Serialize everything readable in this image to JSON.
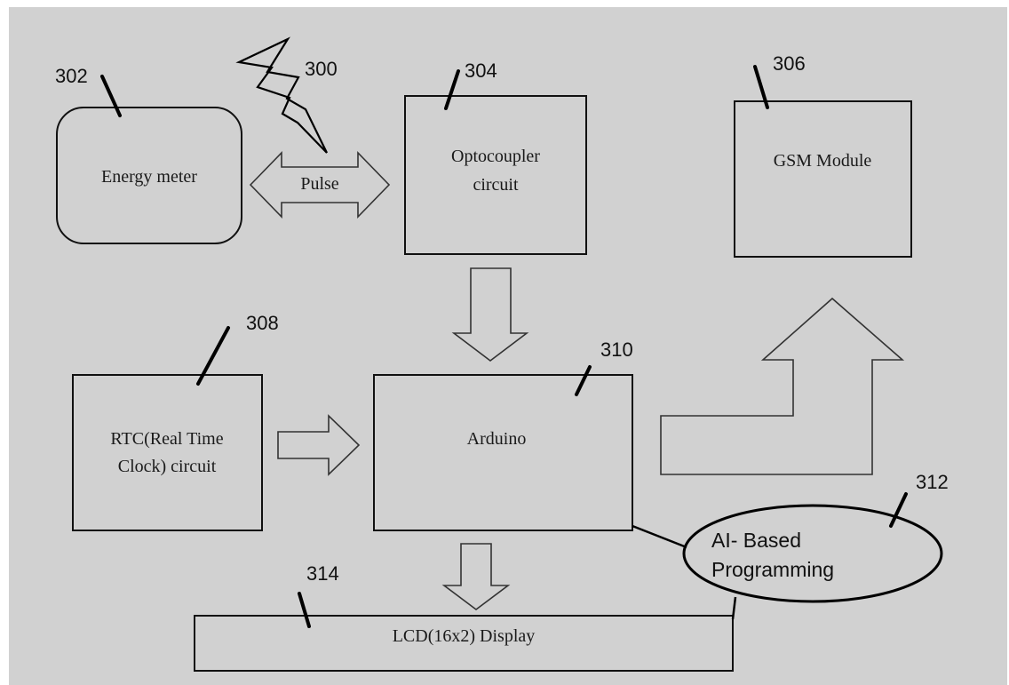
{
  "diagram": {
    "blocks": {
      "energy_meter": "Energy meter",
      "optocoupler_line1": "Optocoupler",
      "optocoupler_line2": "circuit",
      "gsm": "GSM Module",
      "rtc_line1": "RTC(Real Time",
      "rtc_line2": "Clock) circuit",
      "arduino": "Arduino",
      "ai_line1": "AI- Based",
      "ai_line2": "Programming",
      "lcd": "LCD(16x2) Display"
    },
    "pulse_label": "Pulse",
    "reference_numerals": {
      "pulse": "300",
      "energy_meter": "302",
      "optocoupler": "304",
      "gsm": "306",
      "rtc": "308",
      "arduino": "310",
      "ai": "312",
      "lcd": "314"
    },
    "colors": {
      "background": "#d1d1d1",
      "stroke": "#111111",
      "frame": "#ffffff"
    }
  }
}
